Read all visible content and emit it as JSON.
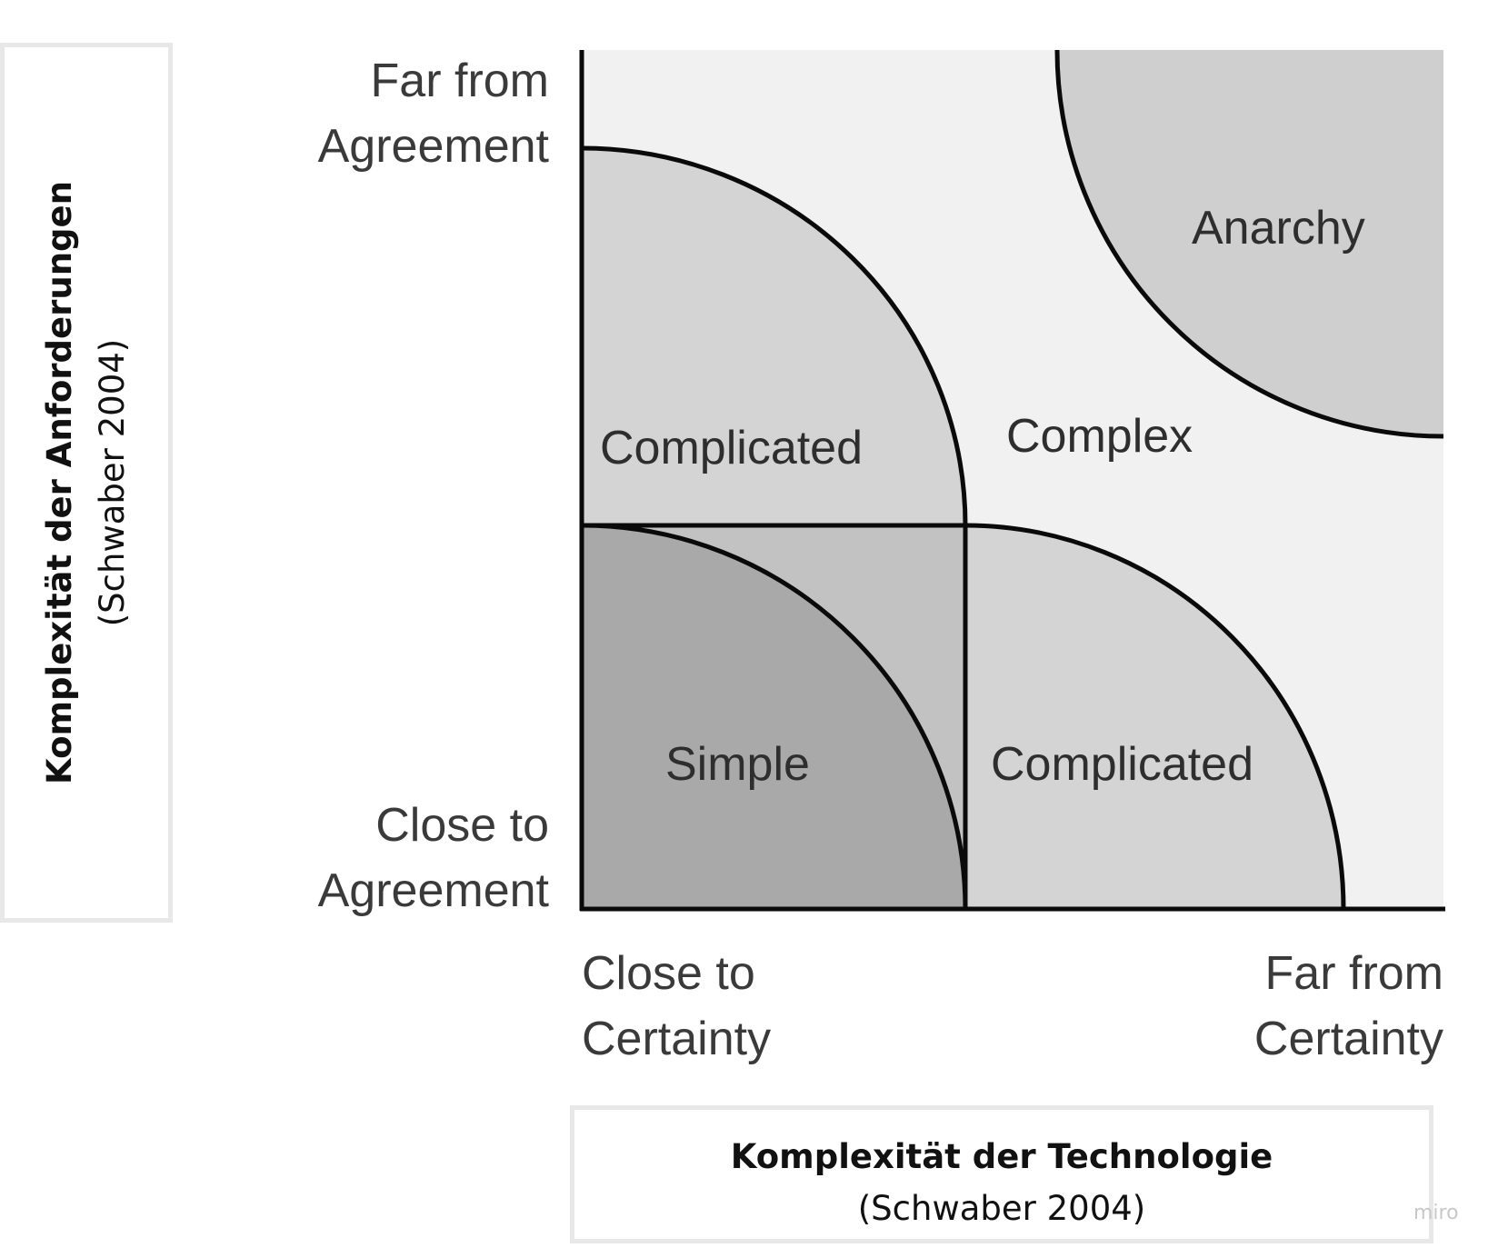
{
  "y_axis": {
    "title": "Komplexität der Anforderungen",
    "source": "(Schwaber 2004)",
    "top_label": [
      "Far from",
      "Agreement"
    ],
    "bottom_label": [
      "Close to",
      "Agreement"
    ]
  },
  "x_axis": {
    "title": "Komplexität der Technologie",
    "source": "(Schwaber 2004)",
    "left_label": [
      "Close to",
      "Certainty"
    ],
    "right_label": [
      "Far from",
      "Certainty"
    ]
  },
  "regions": {
    "simple": "Simple",
    "complicated_top": "Complicated",
    "complicated_right": "Complicated",
    "complex": "Complex",
    "anarchy": "Anarchy"
  },
  "watermark": "miro",
  "colors": {
    "background_field": "#f1f1f1",
    "complicated_fill": "#d4d4d4",
    "overlap_fill": "#c2c2c2",
    "simple_fill": "#a9a9a9",
    "anarchy_fill": "#cfcfcf",
    "line": "#0a0a0a"
  }
}
